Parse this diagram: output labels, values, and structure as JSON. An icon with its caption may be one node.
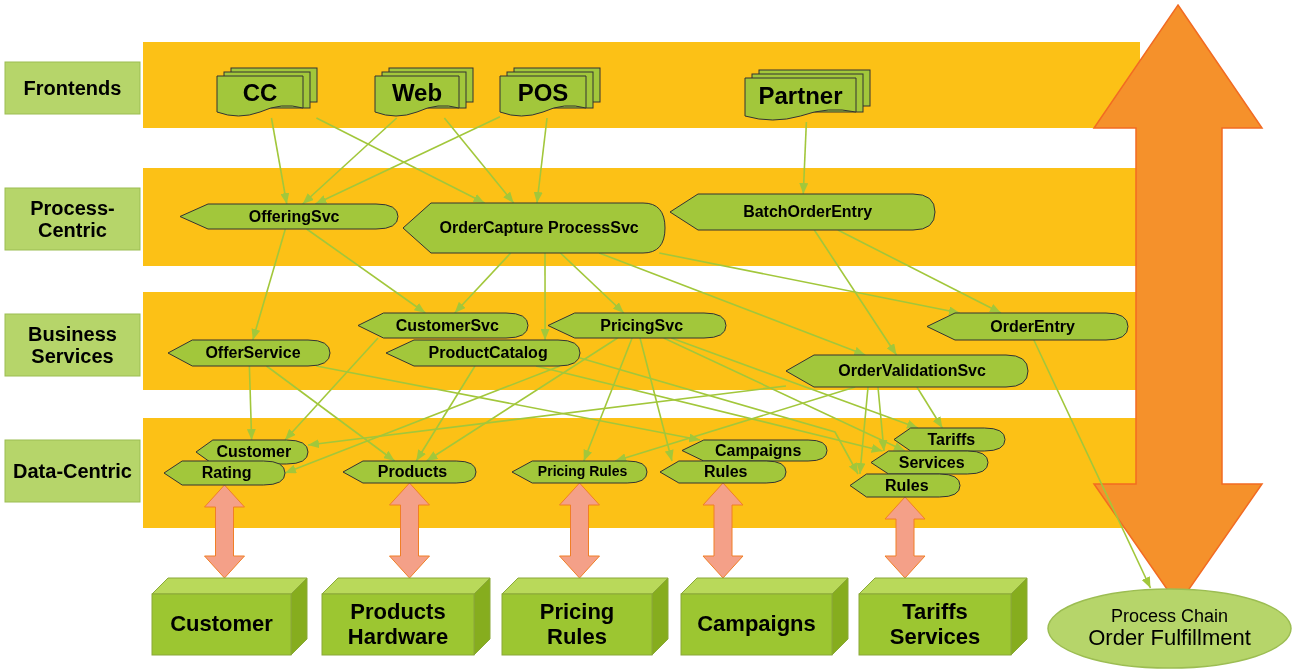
{
  "diagram": {
    "nodes": [
      {
        "text": [
          "Frontends"
        ]
      },
      {
        "text": [
          "CC"
        ]
      },
      {
        "text": [
          "Web"
        ]
      },
      {
        "text": [
          "POS"
        ]
      },
      {
        "text": [
          "Partner"
        ]
      },
      {
        "text": [
          "Process-Centric"
        ]
      },
      {
        "text": [
          "OfferingSvc"
        ]
      },
      {
        "text": [
          "OrderCapture ProcessSvc"
        ]
      },
      {
        "text": [
          "BatchOrderEntry"
        ]
      },
      {
        "text": [
          "Business Services"
        ]
      },
      {
        "text": [
          "CustomerSvc"
        ]
      },
      {
        "text": [
          "PricingSvc"
        ]
      },
      {
        "text": [
          "OrderEntry"
        ]
      },
      {
        "text": [
          "OfferService"
        ]
      },
      {
        "text": [
          "ProductCatalog"
        ]
      },
      {
        "text": [
          "OrderValidationSvc"
        ]
      },
      {
        "text": [
          "Data-Centric"
        ]
      },
      {
        "text": [
          "Customer"
        ]
      },
      {
        "text": [
          "Tariffs"
        ]
      },
      {
        "text": [
          "Campaigns"
        ]
      },
      {
        "text": [
          "Services"
        ]
      },
      {
        "text": [
          "Rating"
        ]
      },
      {
        "text": [
          "Products"
        ]
      },
      {
        "text": [
          "Pricing Rules"
        ]
      },
      {
        "text": [
          "Rules"
        ]
      },
      {
        "text": [
          "Rules"
        ]
      },
      {
        "text": [
          "Customer"
        ]
      },
      {
        "text": [
          "Products Hardware"
        ]
      },
      {
        "text": [
          "Pricing Rules"
        ]
      },
      {
        "text": [
          "Campaigns"
        ]
      },
      {
        "text": [
          "Tariffs Services"
        ]
      },
      {
        "text": [
          "Process Chain",
          "Order Fulfillment"
        ]
      }
    ],
    "edges": [
      {
        "from": 1,
        "to": 6,
        "arrow": "to"
      },
      {
        "from": 1,
        "to": 7,
        "arrow": "to"
      },
      {
        "from": 2,
        "to": 6,
        "arrow": "to"
      },
      {
        "from": 2,
        "to": 7,
        "arrow": "to"
      },
      {
        "from": 3,
        "to": 6,
        "arrow": "to"
      },
      {
        "from": 3,
        "to": 7,
        "arrow": "to"
      },
      {
        "from": 4,
        "to": 8,
        "arrow": "to"
      },
      {
        "from": 6,
        "to": 13,
        "arrow": "to"
      },
      {
        "from": 6,
        "to": 10,
        "arrow": "to"
      },
      {
        "from": 7,
        "to": 10,
        "arrow": "to"
      },
      {
        "from": 7,
        "to": 14,
        "arrow": "to"
      },
      {
        "from": 7,
        "to": 11,
        "arrow": "to"
      },
      {
        "from": 7,
        "to": 15,
        "arrow": "to"
      },
      {
        "from": 7,
        "to": 12,
        "arrow": "to"
      },
      {
        "from": 8,
        "to": 15,
        "arrow": "to"
      },
      {
        "from": 8,
        "to": 12,
        "arrow": "to"
      },
      {
        "from": 12,
        "to": 31,
        "arrow": "to"
      },
      {
        "from": 13,
        "to": 17,
        "arrow": "to"
      },
      {
        "from": 13,
        "to": 22,
        "arrow": "to"
      },
      {
        "from": 13,
        "to": 19,
        "arrow": "to"
      },
      {
        "from": 10,
        "to": 17,
        "arrow": "to"
      },
      {
        "from": 14,
        "to": 22,
        "arrow": "to"
      },
      {
        "from": 14,
        "to": 21,
        "arrow": "to"
      },
      {
        "from": 14,
        "to": 20,
        "arrow": "to"
      },
      {
        "from": 14,
        "to": 25,
        "arrow": "to"
      },
      {
        "from": 11,
        "to": 22,
        "arrow": "to"
      },
      {
        "from": 11,
        "to": 23,
        "arrow": "to"
      },
      {
        "from": 11,
        "to": 24,
        "arrow": "to"
      },
      {
        "from": 11,
        "to": 18,
        "arrow": "to"
      },
      {
        "from": 11,
        "to": 20,
        "arrow": "to"
      },
      {
        "from": 15,
        "to": 17,
        "arrow": "to"
      },
      {
        "from": 15,
        "to": 23,
        "arrow": "to"
      },
      {
        "from": 15,
        "to": 18,
        "arrow": "to"
      },
      {
        "from": 15,
        "to": 20,
        "arrow": "to"
      },
      {
        "from": 15,
        "to": 25,
        "arrow": "to"
      },
      {
        "from": 21,
        "to": 26,
        "arrow": "both",
        "style": "thick",
        "color": "#f4a088"
      },
      {
        "from": 22,
        "to": 27,
        "arrow": "both",
        "style": "thick",
        "color": "#f4a088"
      },
      {
        "from": 23,
        "to": 28,
        "arrow": "both",
        "style": "thick",
        "color": "#f4a088"
      },
      {
        "from": 24,
        "to": 29,
        "arrow": "both",
        "style": "thick",
        "color": "#f4a088"
      },
      {
        "from": 25,
        "to": 30,
        "arrow": "both",
        "style": "thick",
        "color": "#f4a088"
      }
    ]
  }
}
